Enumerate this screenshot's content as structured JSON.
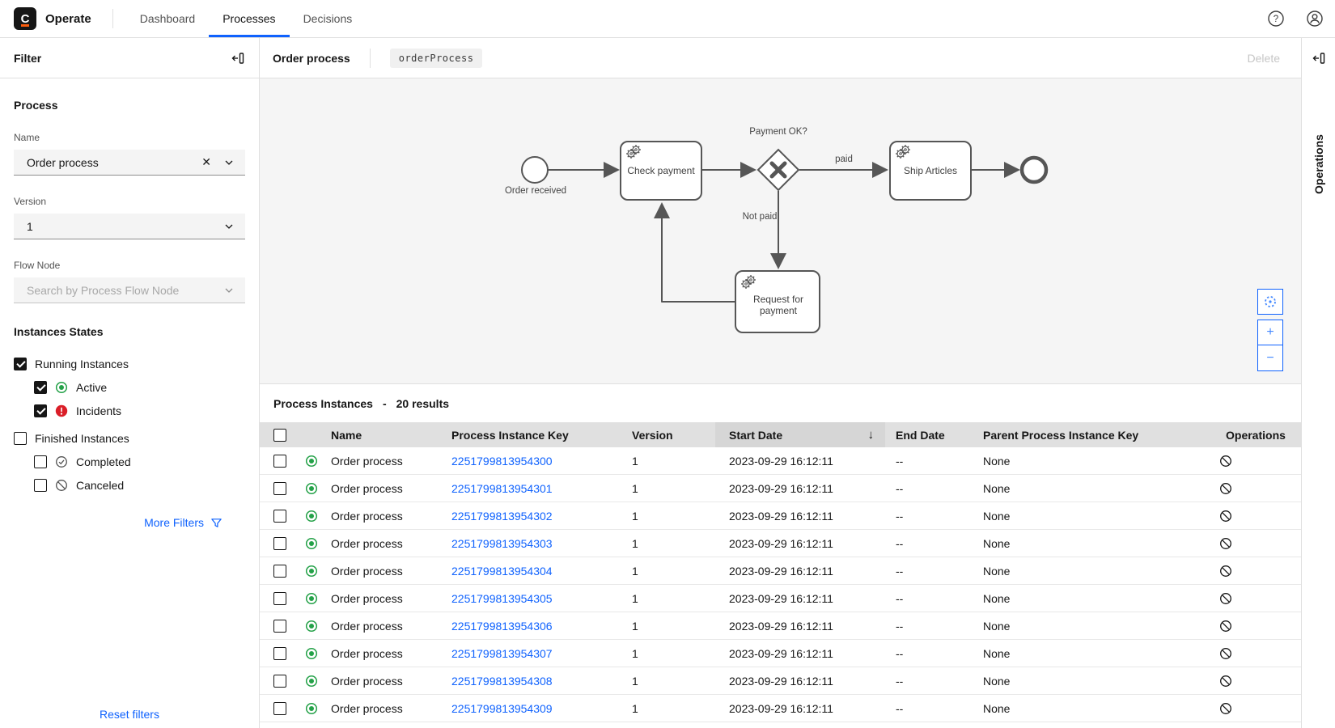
{
  "nav": {
    "logo_letter": "C",
    "app_name": "Operate",
    "tabs": [
      {
        "label": "Dashboard",
        "active": false
      },
      {
        "label": "Processes",
        "active": true
      },
      {
        "label": "Decisions",
        "active": false
      }
    ]
  },
  "filter_panel": {
    "title": "Filter",
    "process_section": {
      "title": "Process",
      "name_label": "Name",
      "name_value": "Order process",
      "version_label": "Version",
      "version_value": "1",
      "flow_node_label": "Flow Node",
      "flow_node_placeholder": "Search by Process Flow Node"
    },
    "instances_states": {
      "title": "Instances States",
      "items": [
        {
          "label": "Running Instances",
          "checked": true,
          "icon": "none"
        },
        {
          "label": "Active",
          "checked": true,
          "icon": "active"
        },
        {
          "label": "Incidents",
          "checked": true,
          "icon": "incident"
        },
        {
          "label": "Finished Instances",
          "checked": false,
          "icon": "none"
        },
        {
          "label": "Completed",
          "checked": false,
          "icon": "completed"
        },
        {
          "label": "Canceled",
          "checked": false,
          "icon": "canceled"
        }
      ]
    },
    "more_filters_label": "More Filters",
    "reset_filters_label": "Reset filters"
  },
  "diagram_panel": {
    "title": "Order process",
    "process_id_badge": "orderProcess",
    "delete_label": "Delete",
    "bpmn": {
      "start_label": "Order received",
      "task_check": "Check payment",
      "gateway_label": "Payment OK?",
      "label_paid": "paid",
      "label_not_paid": "Not paid",
      "task_ship": "Ship Articles",
      "task_request_line1": "Request for",
      "task_request_line2": "payment"
    },
    "zoom_controls": {
      "zoom_in": "+",
      "zoom_out": "−"
    }
  },
  "instances_panel": {
    "title": "Process Instances",
    "dash": "-",
    "results_count": "20 results",
    "columns": {
      "name": "Name",
      "key": "Process Instance Key",
      "version": "Version",
      "start": "Start Date",
      "end": "End Date",
      "parent": "Parent Process Instance Key",
      "operations": "Operations"
    },
    "sorted_column": "Start Date",
    "sort_direction": "desc",
    "rows": [
      {
        "name": "Order process",
        "key": "2251799813954300",
        "version": "1",
        "start": "2023-09-29 16:12:11",
        "end": "--",
        "parent": "None",
        "state": "active"
      },
      {
        "name": "Order process",
        "key": "2251799813954301",
        "version": "1",
        "start": "2023-09-29 16:12:11",
        "end": "--",
        "parent": "None",
        "state": "active"
      },
      {
        "name": "Order process",
        "key": "2251799813954302",
        "version": "1",
        "start": "2023-09-29 16:12:11",
        "end": "--",
        "parent": "None",
        "state": "active"
      },
      {
        "name": "Order process",
        "key": "2251799813954303",
        "version": "1",
        "start": "2023-09-29 16:12:11",
        "end": "--",
        "parent": "None",
        "state": "active"
      },
      {
        "name": "Order process",
        "key": "2251799813954304",
        "version": "1",
        "start": "2023-09-29 16:12:11",
        "end": "--",
        "parent": "None",
        "state": "active"
      },
      {
        "name": "Order process",
        "key": "2251799813954305",
        "version": "1",
        "start": "2023-09-29 16:12:11",
        "end": "--",
        "parent": "None",
        "state": "active"
      },
      {
        "name": "Order process",
        "key": "2251799813954306",
        "version": "1",
        "start": "2023-09-29 16:12:11",
        "end": "--",
        "parent": "None",
        "state": "active"
      },
      {
        "name": "Order process",
        "key": "2251799813954307",
        "version": "1",
        "start": "2023-09-29 16:12:11",
        "end": "--",
        "parent": "None",
        "state": "active"
      },
      {
        "name": "Order process",
        "key": "2251799813954308",
        "version": "1",
        "start": "2023-09-29 16:12:11",
        "end": "--",
        "parent": "None",
        "state": "active"
      },
      {
        "name": "Order process",
        "key": "2251799813954309",
        "version": "1",
        "start": "2023-09-29 16:12:11",
        "end": "--",
        "parent": "None",
        "state": "active"
      }
    ]
  },
  "operations_panel": {
    "title": "Operations"
  },
  "colors": {
    "accent_blue": "#0f62fe",
    "active_green": "#24a148",
    "incident_red": "#da1e28",
    "diagram_stroke": "#565656",
    "logo_orange": "#fc5d0d"
  }
}
